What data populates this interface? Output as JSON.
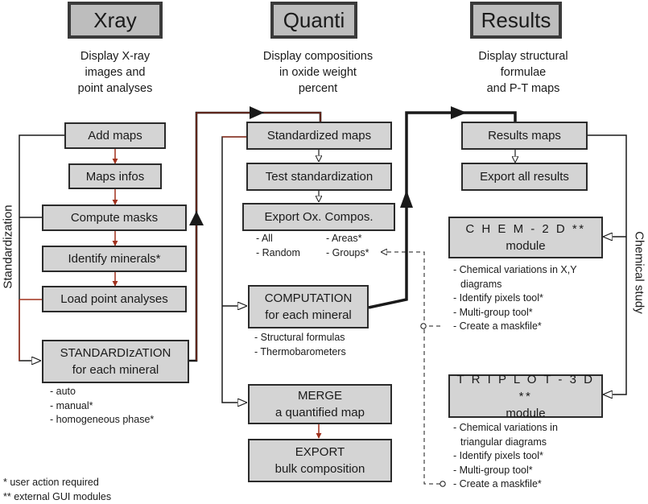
{
  "columns": {
    "xray": {
      "header": "Xray",
      "description": [
        "Display X-ray",
        "images and",
        "point analyses"
      ],
      "boxes": {
        "add_maps": "Add maps",
        "maps_infos": "Maps infos",
        "compute_masks": "Compute masks",
        "identify_minerals": "Identify minerals*",
        "load_point_analyses": "Load point analyses",
        "standardization": [
          "STANDARDIzATION",
          "for each mineral"
        ]
      },
      "standardization_options": [
        "- auto",
        "- manual*",
        "- homogeneous phase*"
      ]
    },
    "quanti": {
      "header": "Quanti",
      "description": [
        "Display compositions",
        "in oxide weight",
        "percent"
      ],
      "boxes": {
        "standardized_maps": "Standardized maps",
        "test_standardization": "Test standardization",
        "export_ox_compos": "Export Ox. Compos.",
        "computation": [
          "COMPUTATION",
          "for each mineral"
        ],
        "merge": [
          "MERGE",
          "a quantified map"
        ],
        "export": [
          "EXPORT",
          "bulk composition"
        ]
      },
      "export_options_left": [
        "- All",
        "- Random"
      ],
      "export_options_right": [
        "- Areas*",
        "- Groups*"
      ],
      "computation_options": [
        "- Structural formulas",
        "- Thermobarometers"
      ]
    },
    "results": {
      "header": "Results",
      "description": [
        "Display structural",
        "formulae",
        "and P-T maps"
      ],
      "boxes": {
        "results_maps": "Results maps",
        "export_all_results": "Export all results",
        "chem2d": [
          "C H E M - 2 D **",
          "module"
        ],
        "triplot3d": [
          "T R I P L O T - 3 D **",
          "module"
        ]
      },
      "chem2d_features": [
        "- Chemical variations in X,Y",
        "diagrams",
        "- Identify pixels tool*",
        "- Multi-group tool*",
        "- Create a maskfile*"
      ],
      "triplot3d_features": [
        "- Chemical variations in",
        "triangular diagrams",
        "- Identify pixels tool*",
        "- Multi-group tool*",
        "- Create a maskfile*"
      ]
    }
  },
  "side_labels": {
    "left": "Standardization",
    "right": "Chemical study"
  },
  "legend": [
    "*  user action required",
    "** external GUI modules"
  ],
  "colors": {
    "arrow_dark": "#1a1a1a",
    "arrow_red": "#a0301c",
    "box_fill": "#d4d4d4",
    "header_fill": "#bdbdbd"
  }
}
